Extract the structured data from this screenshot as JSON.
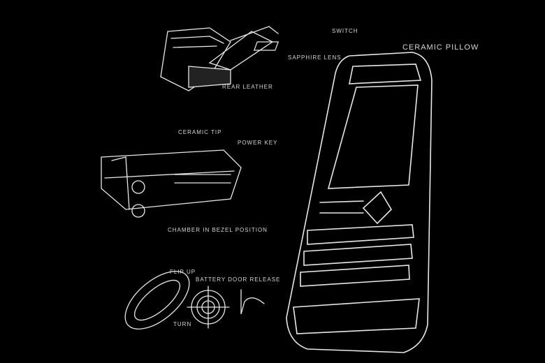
{
  "image": {
    "description": "White pencil sketch on black of a luxury mobile phone with component detail studies"
  },
  "annotations": {
    "switch": "Switch",
    "sapphire_lens": "Sapphire lens",
    "rear_leather": "Rear leather",
    "ceramic_pillow": "Ceramic pillow",
    "ceramic_tip": "Ceramic tip",
    "power_key": "Power key",
    "chamber_in_bezel": "Chamber in bezel position",
    "flip_up": "Flip up",
    "turn": "Turn",
    "battery_door_release": "Battery door release"
  },
  "colors": {
    "background": "#000000",
    "stroke": "#e8e8e8"
  }
}
